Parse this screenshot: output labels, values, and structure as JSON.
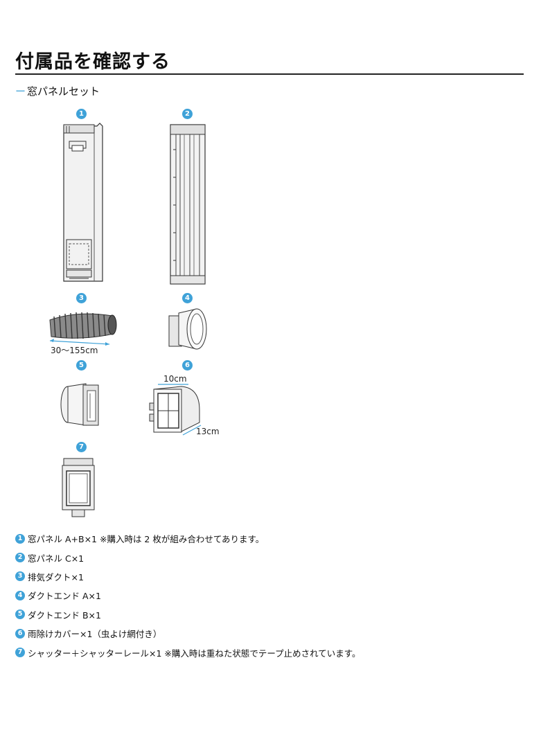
{
  "title": "付属品を確認する",
  "section": {
    "dash": "ー",
    "label": "窓パネルセット"
  },
  "badges": [
    "1",
    "2",
    "3",
    "4",
    "5",
    "6",
    "7"
  ],
  "dims": {
    "hose_length": "30～155cm",
    "cover_width": "10cm",
    "cover_depth": "13cm"
  },
  "items": [
    {
      "num": "1",
      "text": "窓パネル A+B×1  ※購入時は 2 枚が組み合わせてあります。"
    },
    {
      "num": "2",
      "text": "窓パネル C×1"
    },
    {
      "num": "3",
      "text": "排気ダクト×1"
    },
    {
      "num": "4",
      "text": "ダクトエンド A×1"
    },
    {
      "num": "5",
      "text": "ダクトエンド B×1"
    },
    {
      "num": "6",
      "text": "雨除けカバー×1（虫よけ網付き）"
    },
    {
      "num": "7",
      "text": "シャッター＋シャッターレール×1  ※購入時は重ねた状態でテープ止めされています。"
    }
  ]
}
